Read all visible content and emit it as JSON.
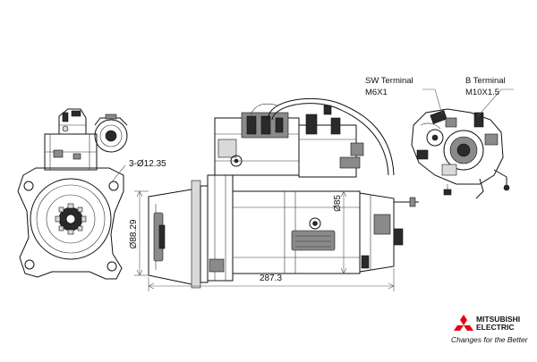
{
  "callouts": {
    "sw_terminal_title": "SW Terminal",
    "sw_terminal_spec": "M6X1",
    "b_terminal_title": "B Terminal",
    "b_terminal_spec": "M10X1.5"
  },
  "dimensions": {
    "mount_holes": "3-Ø12.35",
    "pilot_diameter": "Ø88.29",
    "housing_diameter": "Ø85",
    "overall_length": "287.3"
  },
  "logo": {
    "brand_line1": "MITSUBISHI",
    "brand_line2": "ELECTRIC",
    "tagline": "Changes for the Better",
    "mark_color": "#e60012"
  },
  "icons": {
    "front_view": "starter-front-view",
    "side_view": "starter-side-view",
    "terminal_view": "solenoid-terminal-view",
    "logo_mark": "three-diamonds-logo"
  }
}
